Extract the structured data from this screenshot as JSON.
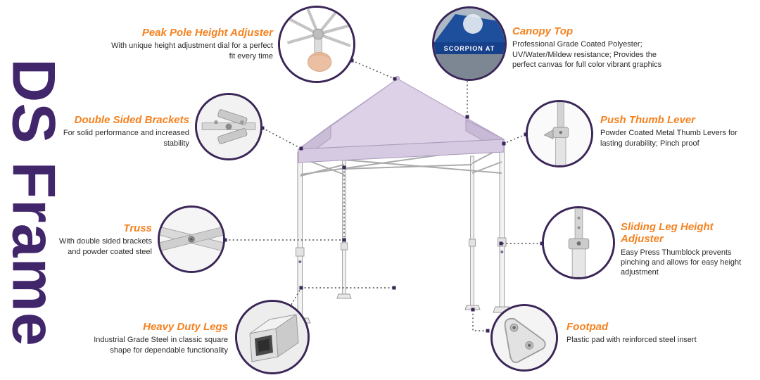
{
  "page": {
    "title": "DS Frame"
  },
  "colors": {
    "accent_orange": "#F58220",
    "brand_purple": "#41266B",
    "canopy_lavender": "#D7CBE2",
    "connector_dot": "#3A2657",
    "text_dark": "#2D2A2B"
  },
  "callouts": [
    {
      "id": "peak-pole-height-adjuster",
      "title": "Peak Pole Height Adjuster",
      "desc": "With unique height adjustment dial for a perfect fit every time"
    },
    {
      "id": "canopy-top",
      "title": "Canopy Top",
      "desc": "Professional Grade Coated Polyester; UV/Water/Mildew resistance; Provides the perfect canvas for full color vibrant graphics"
    },
    {
      "id": "double-sided-brackets",
      "title": "Double Sided Brackets",
      "desc": "For solid performance and increased stability"
    },
    {
      "id": "push-thumb-lever",
      "title": "Push Thumb Lever",
      "desc": "Powder Coated Metal Thumb Levers for lasting durability; Pinch proof"
    },
    {
      "id": "truss",
      "title": "Truss",
      "desc": "With double sided brackets and powder coated steel"
    },
    {
      "id": "sliding-leg-height-adjuster",
      "title": "Sliding Leg Height Adjuster",
      "desc": "Easy Press Thumblock prevents pinching and allows for easy height adjustment"
    },
    {
      "id": "heavy-duty-legs",
      "title": "Heavy Duty Legs",
      "desc": "Industrial Grade Steel in classic square shape for dependable functionality"
    },
    {
      "id": "footpad",
      "title": "Footpad",
      "desc": "Plastic pad with reinforced steel insert"
    }
  ],
  "canopy_photo": {
    "label": "SCORPION AT"
  }
}
